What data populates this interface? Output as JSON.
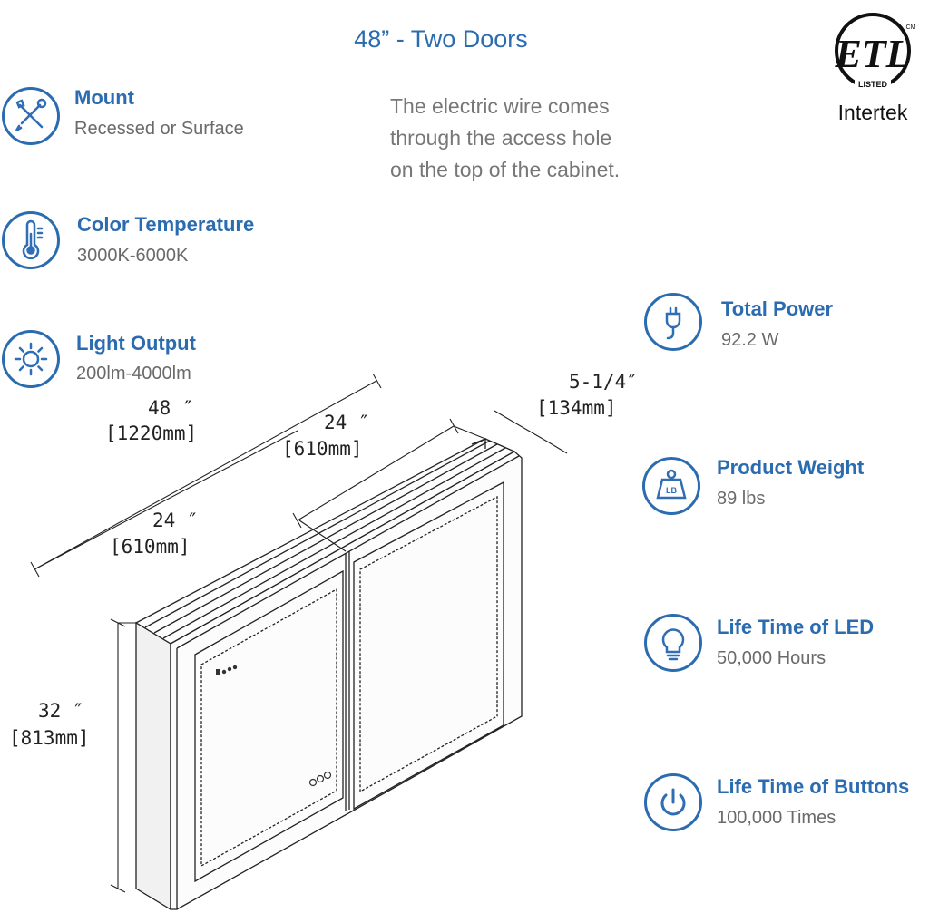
{
  "title": "48” - Two Doors",
  "note": {
    "lines": [
      "The electric wire comes",
      "through the access hole",
      "on the top of the cabinet."
    ]
  },
  "certification": {
    "mark": "ETL",
    "listed": "LISTED",
    "cm": "CM",
    "brand": "Intertek"
  },
  "features": {
    "mount": {
      "title": "Mount",
      "value": "Recessed or Surface",
      "icon": "tools-icon"
    },
    "color_temperature": {
      "title": "Color Temperature",
      "value": "3000K-6000K",
      "icon": "thermometer-icon"
    },
    "light_output": {
      "title": "Light Output",
      "value": "200lm-4000lm",
      "icon": "sun-icon"
    },
    "total_power": {
      "title": "Total Power",
      "value": "92.2 W",
      "icon": "plug-icon"
    },
    "product_weight": {
      "title": "Product Weight",
      "value": "89 lbs",
      "icon": "weight-icon",
      "icon_label": "LB"
    },
    "led_life": {
      "title": "Life Time of LED",
      "value": "50,000 Hours",
      "icon": "lightbulb-icon"
    },
    "buttons_life": {
      "title": "Life Time of Buttons",
      "value": "100,000 Times",
      "icon": "power-icon"
    }
  },
  "dimensions": {
    "total_width": {
      "inches": "48 ″",
      "mm": "[1220mm]"
    },
    "door_width_back": {
      "inches": "24 ″",
      "mm": "[610mm]"
    },
    "door_width_front": {
      "inches": "24 ″",
      "mm": "[610mm]"
    },
    "depth": {
      "inches": "5-1/4″",
      "mm": "[134mm]"
    },
    "height": {
      "inches": "32 ″",
      "mm": "[813mm]"
    }
  },
  "colors": {
    "accent": "#2b6cb0",
    "icon_blue": "#2f6db5",
    "text_gray": "#6a6a6a",
    "line": "#222222"
  }
}
